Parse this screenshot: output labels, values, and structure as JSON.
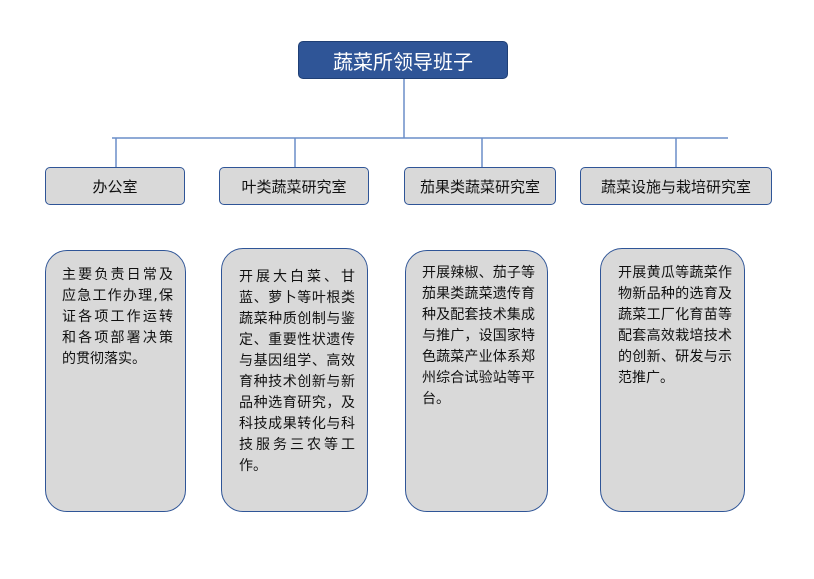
{
  "root": {
    "title": "蔬菜所领导班子"
  },
  "departments": [
    {
      "name": "办公室",
      "description": "主要负责日常及应急工作办理,保证各项工作运转和各项部署决策的贯彻落实。"
    },
    {
      "name": "叶类蔬菜研究室",
      "description": "开展大白菜、甘蓝、萝卜等叶根类蔬菜种质创制与鉴定、重要性状遗传与基因组学、高效育种技术创新与新品种选育研究，及科技成果转化与科技服务三农等工作。"
    },
    {
      "name": "茄果类蔬菜研究室",
      "description": "开展辣椒、茄子等茄果类蔬菜遗传育种及配套技术集成与推广，设国家特色蔬菜产业体系郑州综合试验站等平台。"
    },
    {
      "name": "蔬菜设施与栽培研究室",
      "description": "开展黄瓜等蔬菜作物新品种的选育及蔬菜工厂化育苗等配套高效栽培技术的创新、研发与示范推广。"
    }
  ],
  "colors": {
    "root_fill": "#2f5597",
    "box_fill": "#d9d9d9",
    "box_border": "#2f5597",
    "connector": "#6a8ec8"
  }
}
